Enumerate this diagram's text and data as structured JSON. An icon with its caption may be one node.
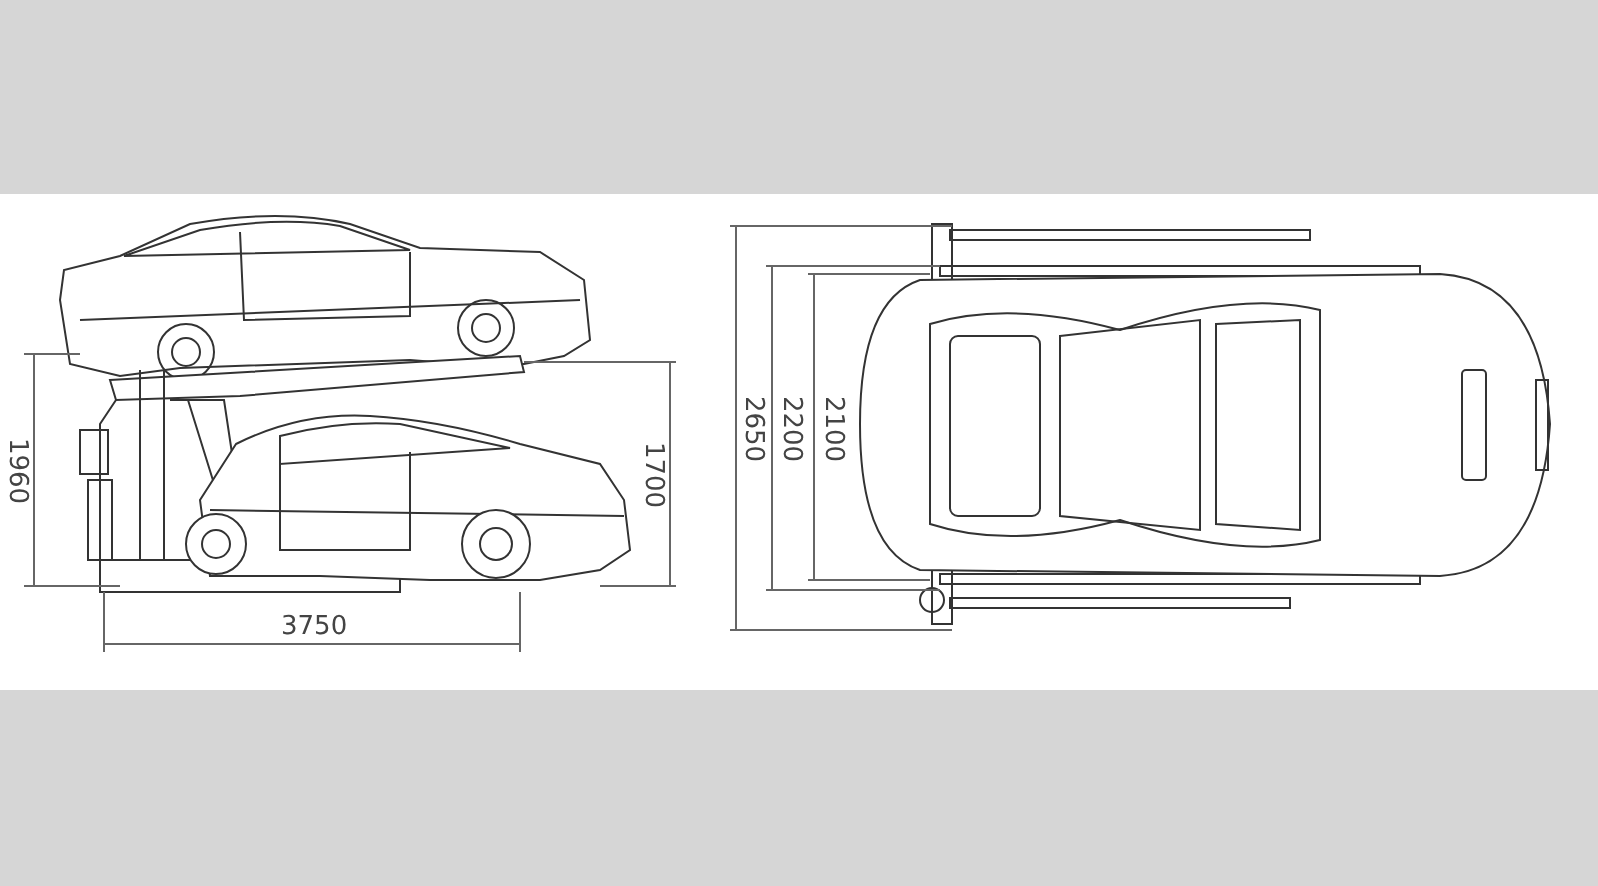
{
  "diagram": {
    "labels": [
      "1960",
      "1700",
      "3750",
      "2650",
      "2200",
      "2100"
    ]
  }
}
